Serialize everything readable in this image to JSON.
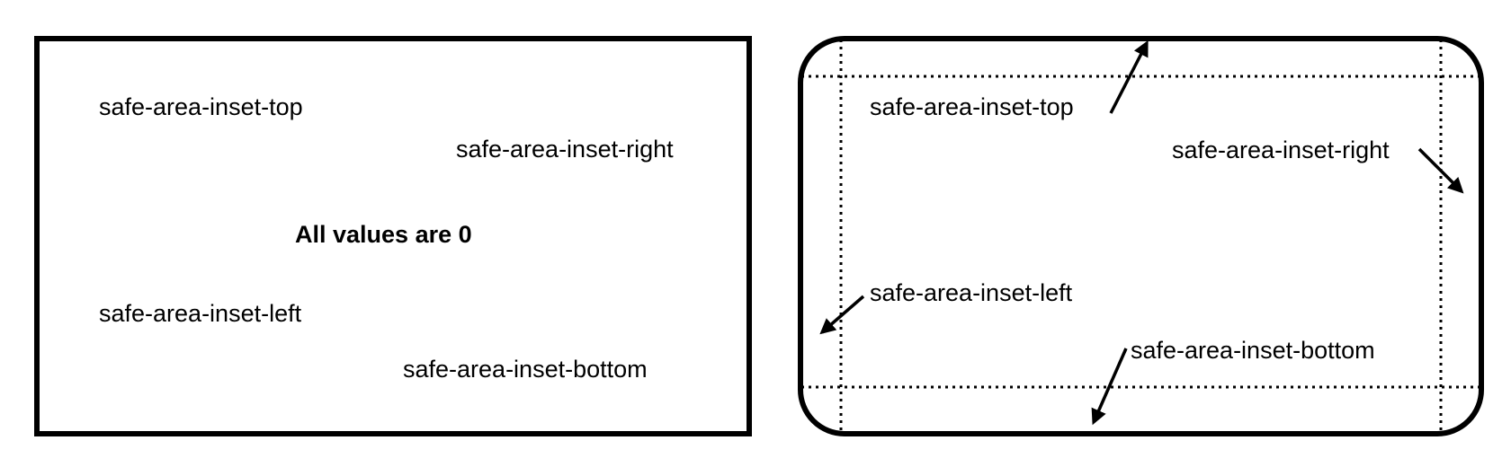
{
  "left_panel": {
    "label_top": "safe-area-inset-top",
    "label_right": "safe-area-inset-right",
    "note": "All values are 0",
    "label_left": "safe-area-inset-left",
    "label_bottom": "safe-area-inset-bottom"
  },
  "right_panel": {
    "label_top": "safe-area-inset-top",
    "label_right": "safe-area-inset-right",
    "label_left": "safe-area-inset-left",
    "label_bottom": "safe-area-inset-bottom"
  },
  "colors": {
    "stroke": "#000000",
    "background": "#ffffff"
  }
}
